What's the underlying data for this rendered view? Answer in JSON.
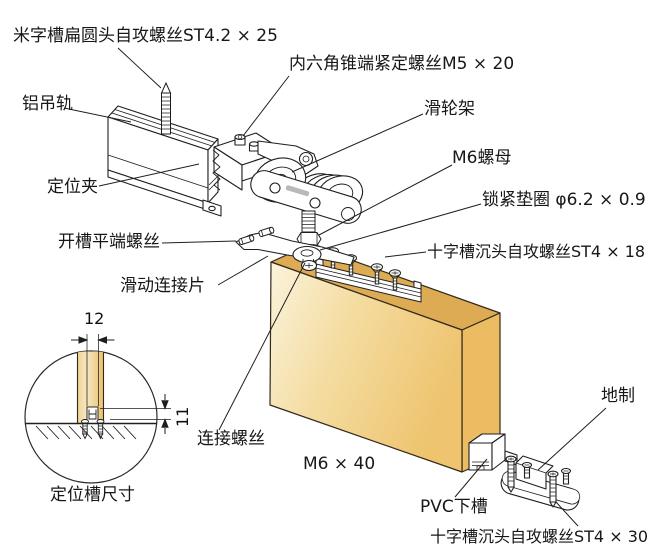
{
  "labels": {
    "pan_head_screw": "米字槽扁圆头自攻螺丝ST4.2 × 25",
    "aluminum_track": "铝吊轨",
    "hex_set_screw": "内六角锥端紧定螺丝M5 × 20",
    "roller_bracket": "滑轮架",
    "m6_nut": "M6螺母",
    "positioning_clamp": "定位夹",
    "lock_washer": "锁紧垫圈 φ6.2 × 0.9",
    "slotted_flat_screw": "开槽平端螺丝",
    "csk_screw_st4x18": "十字槽沉头自攻螺丝ST4 × 18",
    "sliding_plate": "滑动连接片",
    "connecting_screw": "连接螺丝",
    "m6x40_note": "M6 × 40",
    "floor_guide": "地制",
    "pvc_bottom_track": "PVC下槽",
    "csk_screw_st4x30": "十字槽沉头自攻螺丝ST4 × 30",
    "detail_caption": "定位槽尺寸"
  },
  "dimensions": {
    "slot_width": "12",
    "slot_depth": "11"
  },
  "colors": {
    "door_front_light": "#FBF3DC",
    "door_front_dark": "#EEC46F",
    "door_top": "#DDAB54",
    "door_side": "#EBBC62",
    "outline": "#1f1f1f"
  }
}
